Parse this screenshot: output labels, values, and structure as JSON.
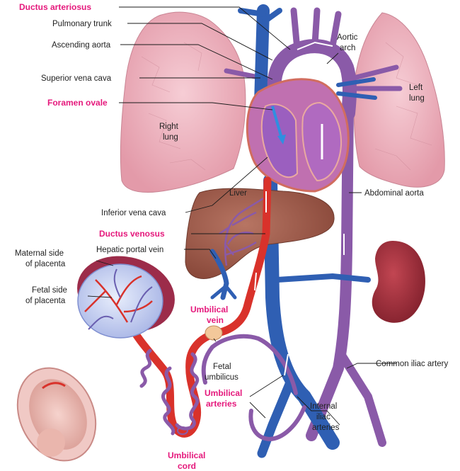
{
  "labels": {
    "ductus_arteriosus": "Ductus arteriosus",
    "pulmonary_trunk": "Pulmonary trunk",
    "ascending_aorta": "Ascending aorta",
    "superior_vena_cava": "Superior vena cava",
    "foramen_ovale": "Foramen ovale",
    "right_lung_1": "Right",
    "right_lung_2": "lung",
    "aortic_arch_1": "Aortic",
    "aortic_arch_2": "arch",
    "left_lung_1": "Left",
    "left_lung_2": "lung",
    "liver": "Liver",
    "inferior_vena_cava": "Inferior vena cava",
    "abdominal_aorta": "Abdominal aorta",
    "ductus_venosus": "Ductus venosus",
    "hepatic_portal_vein": "Hepatic portal vein",
    "maternal_side_1": "Maternal side",
    "maternal_side_2": "of placenta",
    "fetal_side_1": "Fetal side",
    "fetal_side_2": "of placenta",
    "umbilical_vein_1": "Umbilical",
    "umbilical_vein_2": "vein",
    "fetal_umbilicus_1": "Fetal",
    "fetal_umbilicus_2": "umbilicus",
    "common_iliac_artery": "Common iliac artery",
    "umbilical_arteries_1": "Umbilical",
    "umbilical_arteries_2": "arteries",
    "internal_iliac_1": "Internal",
    "internal_iliac_2": "iliac",
    "internal_iliac_3": "arteries",
    "umbilical_cord_1": "Umbilical",
    "umbilical_cord_2": "cord"
  },
  "colors": {
    "highlight": "#e5197c",
    "text": "#222222",
    "vein_blue": "#2f5fb3",
    "artery_red": "#d9322b",
    "mixed_purple": "#8a5aa8",
    "lung_pink": "#f0b8c2",
    "liver_brown": "#9a5a4a",
    "kidney": "#9c2e3a",
    "heart": "#c070b0"
  }
}
